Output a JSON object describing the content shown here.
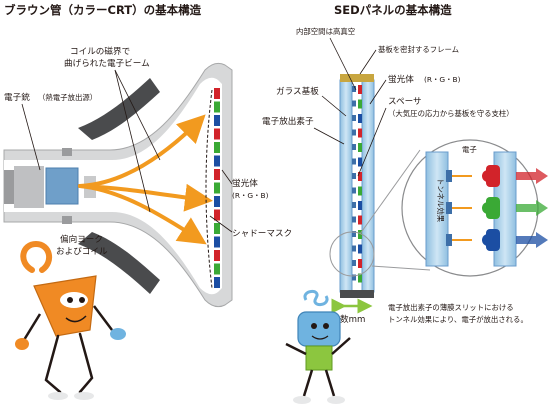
{
  "crt": {
    "title": "ブラウン管（カラーCRT）の基本構造",
    "electron_gun": "電子銃",
    "electron_gun_sub": "（熱電子放出源）",
    "coil_line1": "コイルの磁界で",
    "coil_line2": "曲げられた電子ビーム",
    "yoke_line1": "偏向ヨーク",
    "yoke_line2": "およびコイル",
    "phosphor": "蛍光体",
    "phosphor_sub": "(R・G・B)",
    "shadow_mask": "シャドーマスク"
  },
  "sed": {
    "title": "SEDパネルの基本構造",
    "vacuum": "内部空間は高真空",
    "frame": "基板を密封するフレーム",
    "glass": "ガラス基板",
    "phosphor": "蛍光体",
    "phosphor_sub": "(R・G・B)",
    "emitter": "電子放出素子",
    "spacer": "スペーサ",
    "spacer_sub": "（大気圧の応力から基板を守る支柱）",
    "electron": "電子",
    "tunnel": "トンネル効果",
    "gap": "数mm",
    "caption_line1": "電子放出素子の薄膜スリットにおける",
    "caption_line2": "トンネル効果により、電子が放出される。"
  },
  "colors": {
    "red": "#d2232a",
    "green": "#3aa935",
    "blue": "#1b4ea3",
    "beam": "#f29a1f",
    "glass": "#9fc9e6",
    "character_orange": "#f08a24",
    "character_blue": "#6fb3e0"
  }
}
